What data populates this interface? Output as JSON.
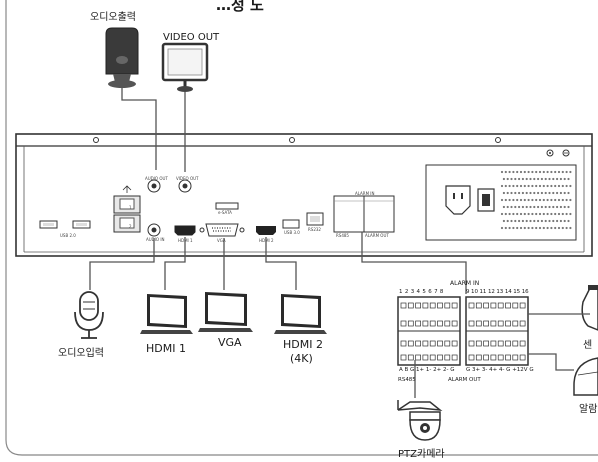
{
  "title_partial": "…정 도",
  "labels": {
    "audio_out": "오디오출력",
    "video_out": "VIDEO OUT",
    "audio_in": "오디오입력",
    "hdmi1": "HDMI 1",
    "vga": "VGA",
    "hdmi2": "HDMI 2",
    "hdmi2_sub": "(4K)",
    "ptz_camera": "PTZ카메라",
    "sensor_partial": "센",
    "alarm_partial": "알람"
  },
  "panel_labels": {
    "audio_out": "AUDIO OUT",
    "video_out": "VIDEO OUT",
    "audio_in": "AUDIO IN",
    "hdmi1": "HDMI 1",
    "vga": "VGA",
    "esata": "e-SATA",
    "hdmi2": "HDMI 2",
    "usb30": "USB 3.0",
    "rs232": "RS232",
    "rs485": "RS485",
    "alarm_in": "ALARM IN",
    "alarm_out": "ALARM OUT",
    "usb20": "USB 2.0",
    "lan1": "1",
    "lan2": "2"
  },
  "alarm_block": {
    "header": "ALARM IN",
    "top_numbers": "1 2 3 4 5 6 7 8",
    "top_numbers_right": "9 10 11 12 13 14 15 16",
    "bottom_left": "A  B  G 1+ 1- 2+ 2- G",
    "bottom_right": "G 3+ 3- 4+ 4- G +12V G",
    "rs485": "RS485",
    "alarm_out": "ALARM OUT"
  }
}
